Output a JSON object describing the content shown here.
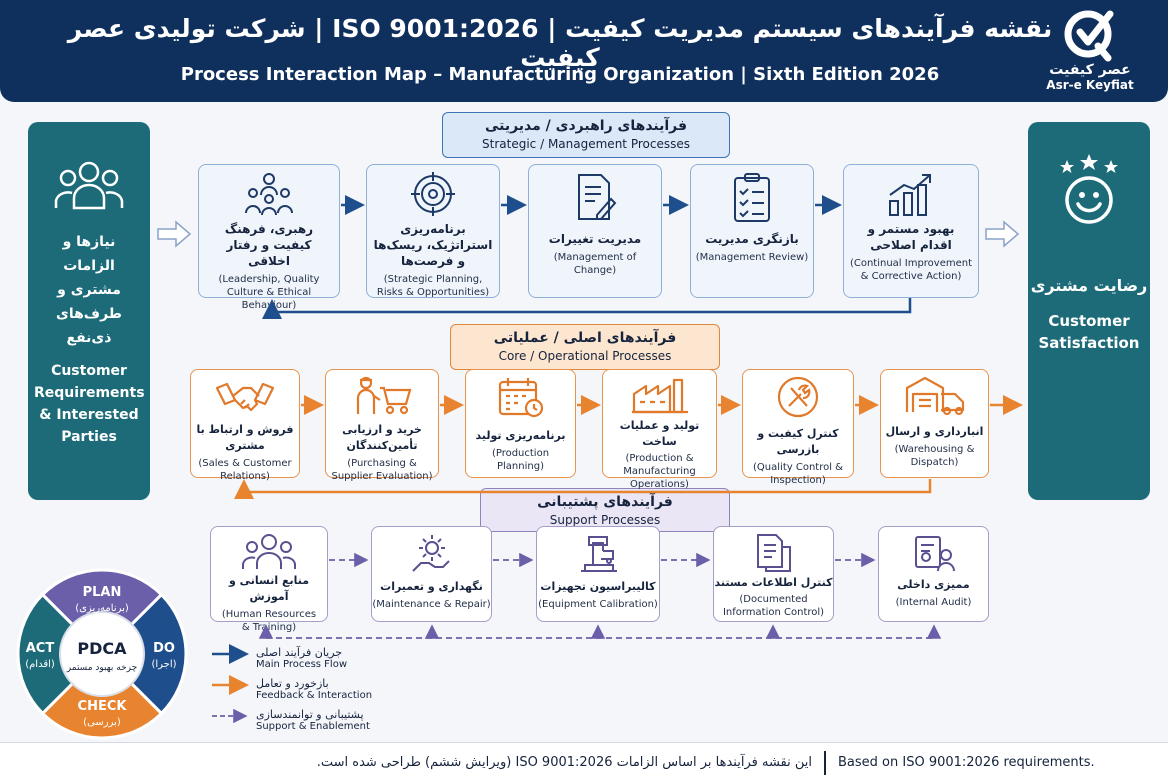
{
  "header": {
    "title_fa": "نقشه فرآیندهای سیستم مدیریت کیفیت | ISO 9001:2026 | شرکت تولیدی عصر کیفیت",
    "title_en": "Process Interaction Map – Manufacturing Organization | Sixth Edition 2026"
  },
  "logo": {
    "name_fa": "عصر کیفیت",
    "name_en": "Asr-e Keyfiat"
  },
  "left_panel": {
    "icon": "people-group-icon",
    "title_fa": "نیازها و الزامات مشتری و طرف‌های ذی‌نفع",
    "title_en": "Customer Requirements & Interested Parties"
  },
  "right_panel": {
    "icon": "smiley-stars-icon",
    "title_fa": "رضایت مشتری",
    "title_en": "Customer Satisfaction"
  },
  "strategic": {
    "title_fa": "فرآیندهای راهبردی / مدیریتی",
    "title_en": "Strategic / Management Processes",
    "boxes": [
      {
        "icon": "leadership-team-icon",
        "fa": "رهبری، فرهنگ کیفیت و رفتار اخلاقی",
        "en": "(Leadership, Quality Culture & Ethical Behaviour)"
      },
      {
        "icon": "target-icon",
        "fa": "برنامه‌ریزی استراتژیک، ریسک‌ها و فرصت‌ها",
        "en": "(Strategic Planning, Risks & Opportunities)"
      },
      {
        "icon": "document-edit-icon",
        "fa": "مدیریت تغییرات",
        "en": "(Management of Change)"
      },
      {
        "icon": "checklist-icon",
        "fa": "بازنگری مدیریت",
        "en": "(Management Review)"
      },
      {
        "icon": "growth-chart-icon",
        "fa": "بهبود مستمر و اقدام اصلاحی",
        "en": "(Continual Improvement & Corrective Action)"
      }
    ]
  },
  "core": {
    "title_fa": "فرآیندهای اصلی / عملیاتی",
    "title_en": "Core / Operational Processes",
    "boxes": [
      {
        "icon": "handshake-icon",
        "fa": "فروش و ارتباط با مشتری",
        "en": "(Sales & Customer Relations)"
      },
      {
        "icon": "cart-worker-icon",
        "fa": "خرید و ارزیابی تأمین‌کنندگان",
        "en": "(Purchasing & Supplier Evaluation)"
      },
      {
        "icon": "calendar-clock-icon",
        "fa": "برنامه‌ریزی تولید",
        "en": "(Production Planning)"
      },
      {
        "icon": "factory-icon",
        "fa": "تولید و عملیات ساخت",
        "en": "(Production & Manufacturing Operations)"
      },
      {
        "icon": "tools-icon",
        "fa": "کنترل کیفیت و بازرسی",
        "en": "(Quality Control & Inspection)"
      },
      {
        "icon": "warehouse-truck-icon",
        "fa": "انبارداری و ارسال",
        "en": "(Warehousing & Dispatch)"
      }
    ]
  },
  "support": {
    "title_fa": "فرآیندهای پشتیبانی",
    "title_en": "Support Processes",
    "boxes": [
      {
        "icon": "people-group-icon",
        "fa": "منابع انسانی و آموزش",
        "en": "(Human Resources & Training)"
      },
      {
        "icon": "gear-hand-icon",
        "fa": "نگهداری و تعمیرات",
        "en": "(Maintenance & Repair)"
      },
      {
        "icon": "microscope-icon",
        "fa": "کالیبراسیون تجهیزات",
        "en": "(Equipment Calibration)"
      },
      {
        "icon": "documents-icon",
        "fa": "کنترل اطلاعات مستند",
        "en": "(Documented Information Control)"
      },
      {
        "icon": "audit-icon",
        "fa": "ممیزی داخلی",
        "en": "(Internal Audit)"
      }
    ]
  },
  "pdca": {
    "center_en": "PDCA",
    "center_fa": "چرخه بهبود مستمر",
    "plan_en": "PLAN",
    "plan_fa": "(برنامه‌ریزی)",
    "do_en": "DO",
    "do_fa": "(اجرا)",
    "check_en": "CHECK",
    "check_fa": "(بررسی)",
    "act_en": "ACT",
    "act_fa": "(اقدام)",
    "colors": {
      "plan": "#1f4e8c",
      "do": "#e8842f",
      "check": "#1d6b78",
      "act": "#6a5fa8"
    }
  },
  "legend": [
    {
      "fa": "جریان فرآیند اصلی",
      "en": "Main Process Flow",
      "color": "#1f4e8c"
    },
    {
      "fa": "بازخورد و تعامل",
      "en": "Feedback & Interaction",
      "color": "#e8842f"
    },
    {
      "fa": "پشتیبانی و توانمندسازی",
      "en": "Support & Enablement",
      "color": "#6a5fa8"
    }
  ],
  "footer": {
    "en": "Based on ISO 9001:2026 requirements.",
    "fa": "این نقشه فرآیندها بر اساس الزامات ISO 9001:2026 (ویرایش ششم) طراحی شده است."
  },
  "colors": {
    "navy": "#0f2f5c",
    "teal": "#1d6b78",
    "orange": "#e8842f",
    "purple": "#6a5fa8",
    "blue_arrow": "#1f4e8c"
  }
}
